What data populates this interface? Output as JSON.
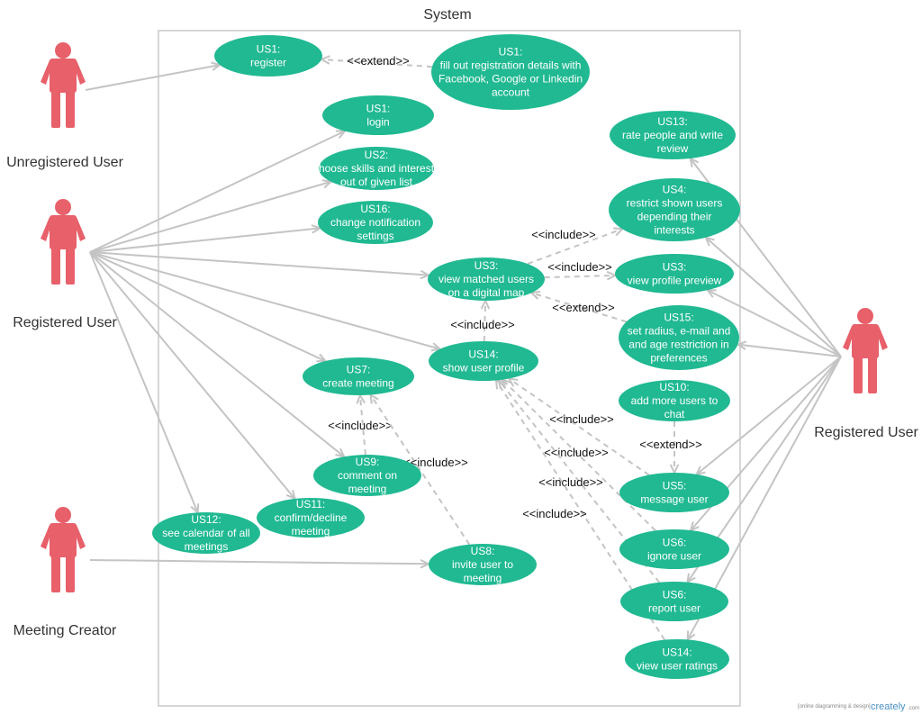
{
  "diagram": {
    "system_title": "System",
    "colors": {
      "use_case": "#20b992",
      "actor": "#e7606a",
      "line": "#c4c4c4"
    },
    "actors": [
      {
        "id": "unregistered",
        "name": "Unregistered User"
      },
      {
        "id": "registered_left",
        "name": "Registered User"
      },
      {
        "id": "meeting_creator",
        "name": "Meeting Creator"
      },
      {
        "id": "registered_right",
        "name": "Registered User"
      }
    ],
    "use_cases": [
      {
        "id": "register",
        "lines": [
          "US1:",
          "register"
        ]
      },
      {
        "id": "social",
        "lines": [
          "US1:",
          "fill out registration details with",
          "Facebook, Google or Linkedin",
          "account"
        ]
      },
      {
        "id": "login",
        "lines": [
          "US1:",
          "login"
        ]
      },
      {
        "id": "skills",
        "lines": [
          "US2:",
          "choose skills and interests",
          "out of given list"
        ]
      },
      {
        "id": "notif",
        "lines": [
          "US16:",
          "change notification",
          "settings"
        ]
      },
      {
        "id": "map",
        "lines": [
          "US3:",
          "view matched users",
          "on a digital map"
        ]
      },
      {
        "id": "profile",
        "lines": [
          "US14:",
          "show user profile"
        ]
      },
      {
        "id": "create",
        "lines": [
          "US7:",
          "create meeting"
        ]
      },
      {
        "id": "comment",
        "lines": [
          "US9:",
          "comment on",
          "meeting"
        ]
      },
      {
        "id": "confirm",
        "lines": [
          "US11:",
          "confirm/decline",
          "meeting"
        ]
      },
      {
        "id": "calendar",
        "lines": [
          "US12:",
          "see calendar of all",
          "meetings"
        ]
      },
      {
        "id": "invite",
        "lines": [
          "US8:",
          "invite user to",
          "meeting"
        ]
      },
      {
        "id": "rate",
        "lines": [
          "US13:",
          "rate people and write",
          "review"
        ]
      },
      {
        "id": "restrict",
        "lines": [
          "US4:",
          "restrict shown users",
          "depending their",
          "interests"
        ]
      },
      {
        "id": "preview",
        "lines": [
          "US3:",
          "view profile preview"
        ]
      },
      {
        "id": "radius",
        "lines": [
          "US15:",
          "set radius, e-mail and",
          "and age restriction in",
          "preferences"
        ]
      },
      {
        "id": "addchat",
        "lines": [
          "US10:",
          "add more users to",
          "chat"
        ]
      },
      {
        "id": "message",
        "lines": [
          "US5:",
          "message user"
        ]
      },
      {
        "id": "ignore",
        "lines": [
          "US6:",
          "ignore user"
        ]
      },
      {
        "id": "report",
        "lines": [
          "US6:",
          "report user"
        ]
      },
      {
        "id": "ratings",
        "lines": [
          "US14:",
          "view user ratings"
        ]
      }
    ],
    "associations": [
      [
        "unregistered",
        "register"
      ],
      [
        "registered_left",
        "login"
      ],
      [
        "registered_left",
        "skills"
      ],
      [
        "registered_left",
        "notif"
      ],
      [
        "registered_left",
        "map"
      ],
      [
        "registered_left",
        "profile"
      ],
      [
        "registered_left",
        "create"
      ],
      [
        "registered_left",
        "comment"
      ],
      [
        "registered_left",
        "confirm"
      ],
      [
        "registered_left",
        "calendar"
      ],
      [
        "meeting_creator",
        "invite"
      ],
      [
        "registered_right",
        "rate"
      ],
      [
        "registered_right",
        "restrict"
      ],
      [
        "registered_right",
        "preview"
      ],
      [
        "registered_right",
        "radius"
      ],
      [
        "registered_right",
        "message"
      ],
      [
        "registered_right",
        "ignore"
      ],
      [
        "registered_right",
        "report"
      ],
      [
        "registered_right",
        "ratings"
      ]
    ],
    "dependencies": [
      {
        "from": "social",
        "to": "register",
        "label": "<<extend>>"
      },
      {
        "from": "map",
        "to": "restrict",
        "label": "<<include>>"
      },
      {
        "from": "map",
        "to": "preview",
        "label": "<<include>>"
      },
      {
        "from": "radius",
        "to": "map",
        "label": "<<extend>>"
      },
      {
        "from": "profile",
        "to": "map",
        "label": "<<include>>"
      },
      {
        "from": "comment",
        "to": "create",
        "label": "<<include>>"
      },
      {
        "from": "invite",
        "to": "create",
        "label": "<<include>>"
      },
      {
        "from": "addchat",
        "to": "message",
        "label": "<<extend>>"
      },
      {
        "from": "message",
        "to": "profile",
        "label": "<<include>>"
      },
      {
        "from": "ignore",
        "to": "profile",
        "label": "<<include>>"
      },
      {
        "from": "report",
        "to": "profile",
        "label": "<<include>>"
      },
      {
        "from": "ratings",
        "to": "profile",
        "label": "<<include>>"
      }
    ]
  },
  "watermark": {
    "text": "[online diagramming & design]",
    "logo": "creately",
    "suffix": ".com"
  }
}
